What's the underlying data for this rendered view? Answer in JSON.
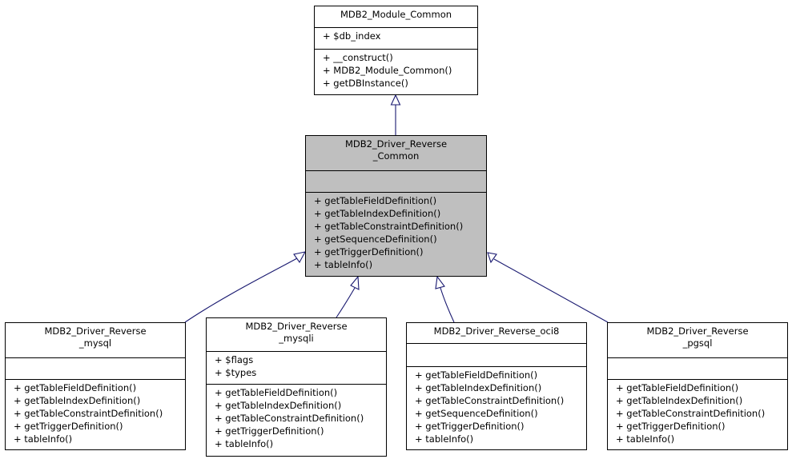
{
  "classes": {
    "module_common": {
      "name": "MDB2_Module_Common",
      "attributes": [
        "+ $db_index"
      ],
      "methods": [
        "+ __construct()",
        "+ MDB2_Module_Common()",
        "+ getDBInstance()"
      ]
    },
    "reverse_common": {
      "name": "MDB2_Driver_Reverse\n_Common",
      "attributes": [],
      "methods": [
        "+ getTableFieldDefinition()",
        "+ getTableIndexDefinition()",
        "+ getTableConstraintDefinition()",
        "+ getSequenceDefinition()",
        "+ getTriggerDefinition()",
        "+ tableInfo()"
      ]
    },
    "reverse_mysql": {
      "name": "MDB2_Driver_Reverse\n_mysql",
      "attributes": [],
      "methods": [
        "+ getTableFieldDefinition()",
        "+ getTableIndexDefinition()",
        "+ getTableConstraintDefinition()",
        "+ getTriggerDefinition()",
        "+ tableInfo()"
      ]
    },
    "reverse_mysqli": {
      "name": "MDB2_Driver_Reverse\n_mysqli",
      "attributes": [
        "+ $flags",
        "+ $types"
      ],
      "methods": [
        "+ getTableFieldDefinition()",
        "+ getTableIndexDefinition()",
        "+ getTableConstraintDefinition()",
        "+ getTriggerDefinition()",
        "+ tableInfo()"
      ]
    },
    "reverse_oci8": {
      "name": "MDB2_Driver_Reverse_oci8",
      "attributes": [],
      "methods": [
        "+ getTableFieldDefinition()",
        "+ getTableIndexDefinition()",
        "+ getTableConstraintDefinition()",
        "+ getSequenceDefinition()",
        "+ getTriggerDefinition()",
        "+ tableInfo()"
      ]
    },
    "reverse_pgsql": {
      "name": "MDB2_Driver_Reverse\n_pgsql",
      "attributes": [],
      "methods": [
        "+ getTableFieldDefinition()",
        "+ getTableIndexDefinition()",
        "+ getTableConstraintDefinition()",
        "+ getTriggerDefinition()",
        "+ tableInfo()"
      ]
    }
  },
  "colors": {
    "edge": "#191970",
    "highlight_fill": "#bfbfbf",
    "border": "#000000"
  }
}
